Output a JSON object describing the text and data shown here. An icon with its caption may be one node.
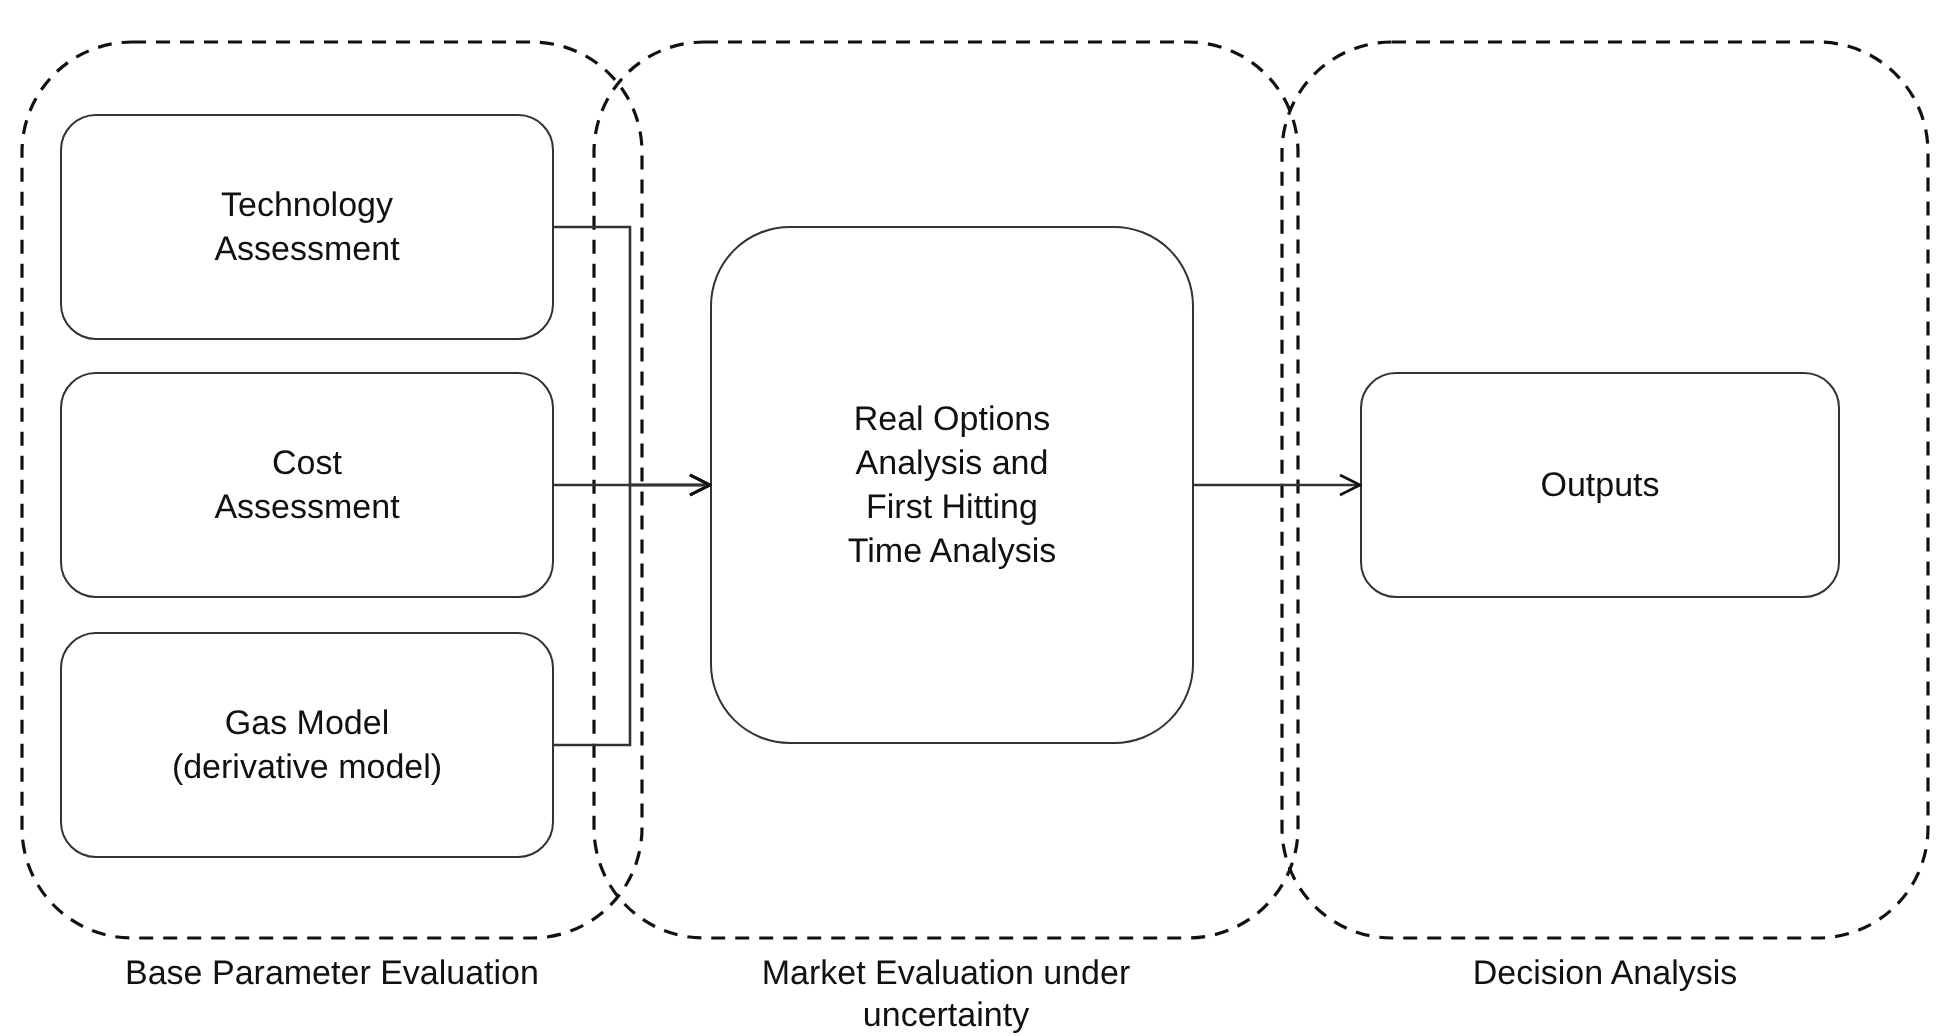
{
  "diagram": {
    "nodes": [
      {
        "text": [
          "Base Parameter Evaluation"
        ]
      },
      {
        "text": [
          "Technology Assessment"
        ],
        "in": 0
      },
      {
        "text": [
          "Cost Assessment"
        ],
        "in": 0
      },
      {
        "text": [
          "Gas Model (derivative model)"
        ],
        "in": 0
      },
      {
        "text": [
          "Market Evaluation under uncertainty"
        ]
      },
      {
        "text": [
          "Real Options Analysis and First Hitting Time Analysis"
        ],
        "in": 4
      },
      {
        "text": [
          "Decision Analysis"
        ]
      },
      {
        "text": [
          "Outputs"
        ],
        "in": 6
      }
    ],
    "edges": [
      {
        "from": 1,
        "to": 5,
        "arrow": "to"
      },
      {
        "from": 2,
        "to": 5,
        "arrow": "to"
      },
      {
        "from": 3,
        "to": 5,
        "arrow": "to"
      },
      {
        "from": 5,
        "to": 7,
        "arrow": "to"
      }
    ]
  }
}
